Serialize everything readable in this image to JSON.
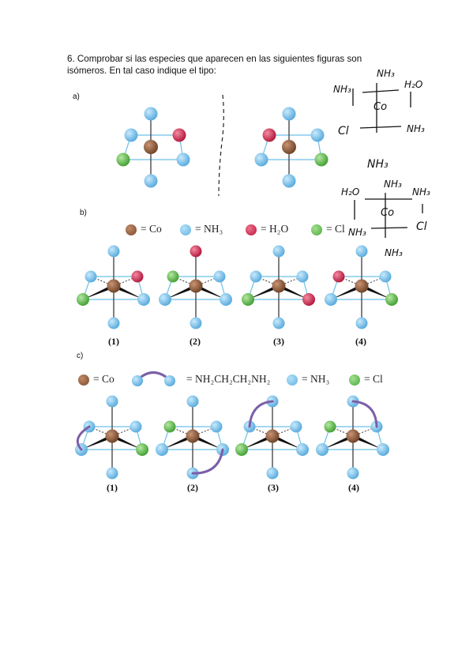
{
  "question": {
    "text": "6. Comprobar si las especies que aparecen en las siguientes figuras son isómeros. En tal caso indique el tipo:"
  },
  "colors": {
    "co": "#8a5a3c",
    "nh3": "#79c3ea",
    "h2o": "#cc2244",
    "cl": "#5bbb4c",
    "en": "#7b5fa8"
  },
  "part_a": {
    "label": "a)",
    "handwritten_1": {
      "top": "NH₃",
      "upper_left": "NH₃",
      "upper_right": "H₂O",
      "center": "Co",
      "lower_left": "Cl",
      "lower_right": "NH₃",
      "bottom": "NH₃"
    },
    "handwritten_2": {
      "top": "NH₃",
      "upper_left": "H₂O",
      "upper_right": "NH₃",
      "center": "Co",
      "lower_left": "NH₃",
      "lower_right": "Cl",
      "bottom": "NH₃"
    }
  },
  "part_b": {
    "label": "b)",
    "legend": {
      "co": "= Co",
      "nh3": "= NH₃",
      "h2o": "= H₂O",
      "cl": "= Cl"
    },
    "captions": [
      "(1)",
      "(2)",
      "(3)",
      "(4)"
    ]
  },
  "part_c": {
    "label": "c)",
    "legend": {
      "co": "= Co",
      "en": "= NH₂CH₂CH₂NH₂",
      "nh3": "= NH₃",
      "cl": "= Cl"
    },
    "captions": [
      "(1)",
      "(2)",
      "(3)",
      "(4)"
    ]
  }
}
